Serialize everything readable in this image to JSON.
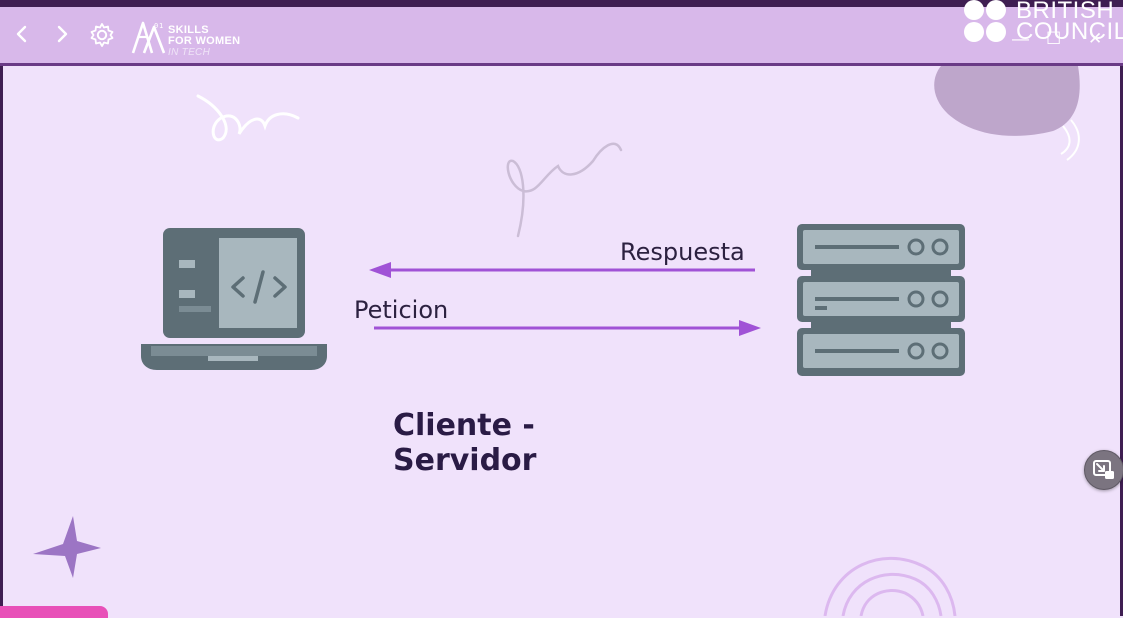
{
  "toolbar": {
    "back_icon": "chevron-left-icon",
    "forward_icon": "chevron-right-icon",
    "settings_icon": "gear-icon"
  },
  "brand": {
    "skills_line1": "SKILLS",
    "skills_line2": "FOR WOMEN",
    "skills_line3": "IN TECH",
    "bc_line1": "BRITISH",
    "bc_line2": "COUNCIL"
  },
  "window_controls": {
    "minimize": "—",
    "maximize": "☐",
    "close": "✕"
  },
  "slide": {
    "response_label": "Respuesta",
    "request_label": "Peticion",
    "title": "Cliente - Servidor"
  },
  "colors": {
    "slide_bg": "#f0e2fb",
    "toolbar_bg": "#d8b8ea",
    "arrow": "#a052d6",
    "device": "#5d6e76",
    "device_light": "#a8b7be"
  }
}
